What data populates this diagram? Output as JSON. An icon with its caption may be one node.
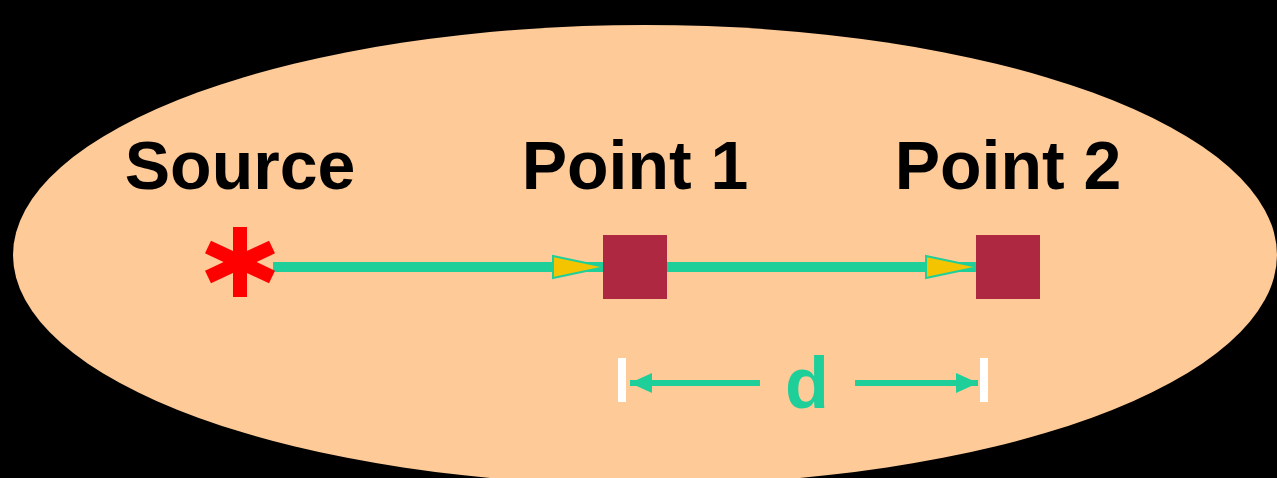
{
  "diagram": {
    "nodes": [
      {
        "text": [
          "Source"
        ]
      },
      {
        "text": [
          "Point 1"
        ]
      },
      {
        "text": [
          "Point 2"
        ]
      }
    ],
    "edges": [
      {
        "from": 0,
        "to": 1,
        "arrow": "to"
      },
      {
        "from": 1,
        "to": 2,
        "arrow": "to"
      }
    ],
    "labels": [
      "d"
    ]
  }
}
